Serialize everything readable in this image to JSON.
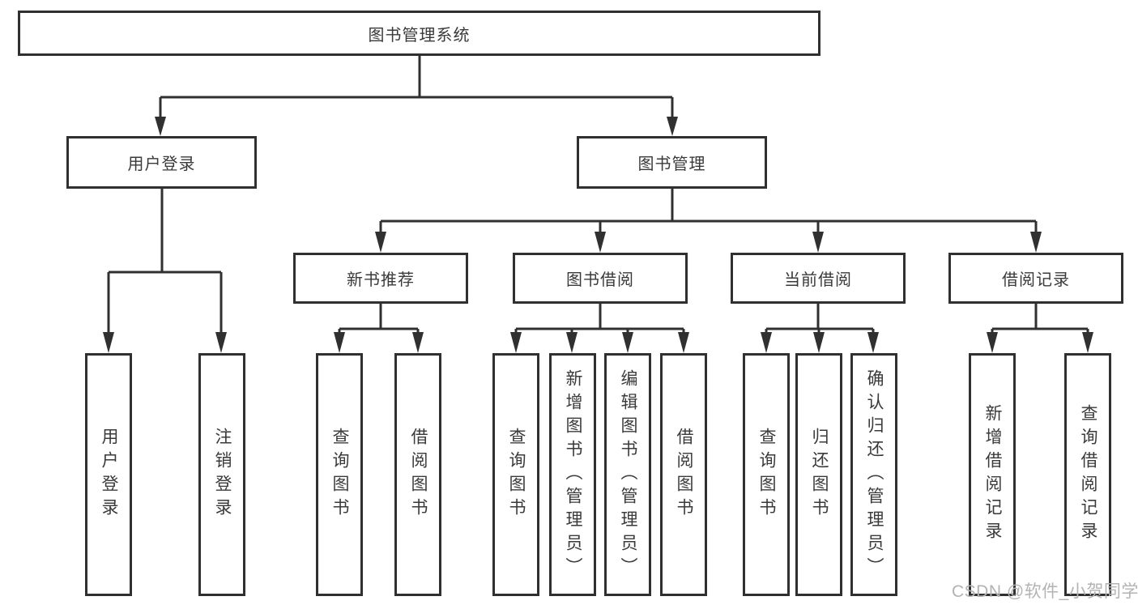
{
  "tree": {
    "label": "图书管理系统",
    "children": [
      {
        "label": "用户登录",
        "children": [
          {
            "label": "用户登录"
          },
          {
            "label": "注销登录"
          }
        ]
      },
      {
        "label": "图书管理",
        "children": [
          {
            "label": "新书推荐",
            "children": [
              {
                "label": "查询图书"
              },
              {
                "label": "借阅图书"
              }
            ]
          },
          {
            "label": "图书借阅",
            "children": [
              {
                "label": "查询图书"
              },
              {
                "label": "新增图书（管理员）"
              },
              {
                "label": "编辑图书（管理员）"
              },
              {
                "label": "借阅图书"
              }
            ]
          },
          {
            "label": "当前借阅",
            "children": [
              {
                "label": "查询图书"
              },
              {
                "label": "归还图书"
              },
              {
                "label": "确认归还（管理员）"
              }
            ]
          },
          {
            "label": "借阅记录",
            "children": [
              {
                "label": "新增借阅记录"
              },
              {
                "label": "查询借阅记录"
              }
            ]
          }
        ]
      }
    ]
  },
  "watermark": {
    "text": "CSDN @软件_小贺同学"
  },
  "colors": {
    "box_border": "#303030",
    "connector_line": "#303030",
    "text": "#3a3a3a",
    "watermark": "#b3b3b3",
    "background": "#ffffff"
  }
}
